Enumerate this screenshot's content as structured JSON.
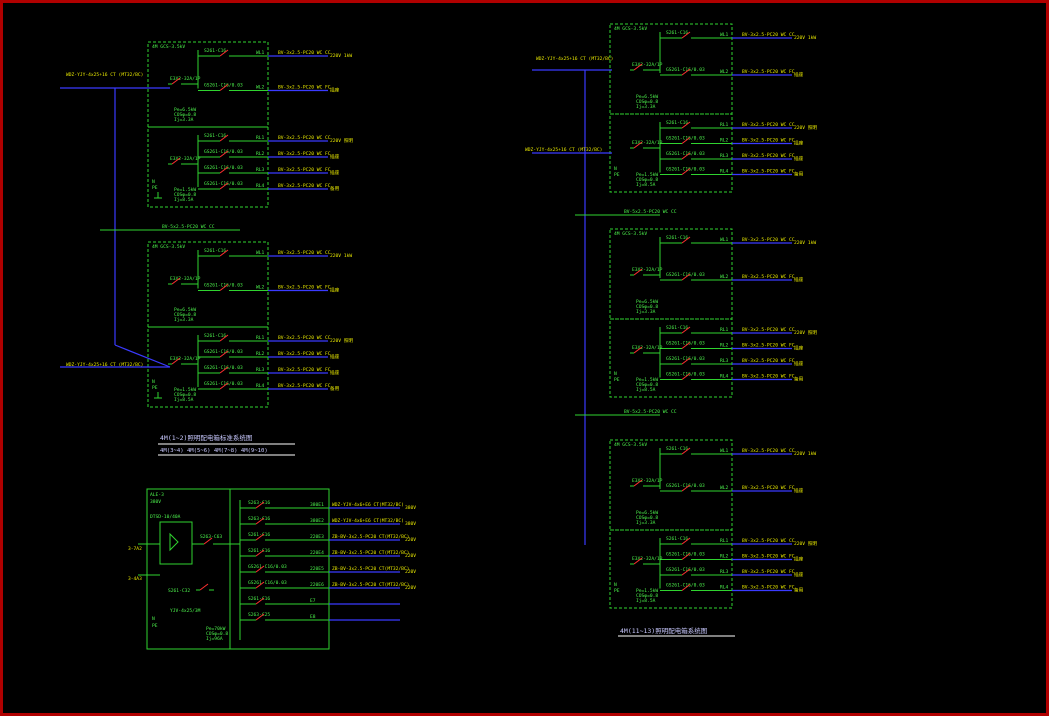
{
  "colors": {
    "frame": "#b00000",
    "bus": "#2fd32f",
    "feeder": "#3a3aff",
    "breaker": "#ff3030",
    "label": "#e8e800",
    "caption": "#c9c9ff"
  },
  "captions": {
    "left_title": "4M(1~2)照明配电箱标准系统图",
    "left_subtitle": "4M(3~4) 4M(5~6) 4M(7~8) 4M(9~10)",
    "right_title": "4M(11~13)照明配电箱系统图"
  },
  "panels": {
    "L1": {
      "id": "4M",
      "rating": "GCS-3.5kV",
      "breaker": "E3X2-32A/1P",
      "circuits": [
        {
          "dev": "S261-C16",
          "code": "WL1",
          "cable": "BV-3x2.5-PC20 WC CC",
          "load": "220V 1kW"
        },
        {
          "dev": "GS261-C16/0.03",
          "code": "WL2",
          "cable": "BV-3x2.5-PC20 WC FC",
          "load": "插座"
        }
      ],
      "params": [
        "Pe=6.5kW",
        "COSφ=0.8",
        "Ij=3.3A"
      ]
    },
    "L2": {
      "breaker": "E3X2-32A/1P",
      "circuits": [
        {
          "dev": "S261-C16",
          "code": "RL1",
          "cable": "BV-3x2.5-PC20 WC CC",
          "load": "220V 照明"
        },
        {
          "dev": "GS261-C16/0.03",
          "code": "RL2",
          "cable": "BV-3x2.5-PC20 WC FC",
          "load": "插座"
        },
        {
          "dev": "GS261-C16/0.03",
          "code": "RL3",
          "cable": "BV-3x2.5-PC20 WC FC",
          "load": "插座"
        },
        {
          "dev": "GS261-C16/0.03",
          "code": "RL4",
          "cable": "BV-3x2.5-PC20 WC FC",
          "load": "备用"
        }
      ],
      "params": [
        "Pe=1.5kW",
        "COSφ=0.8",
        "Ij=8.5A"
      ]
    }
  },
  "feeders": {
    "f1": "WDZ-YJY-4x25+16 CT (MT32/BC)",
    "f2": "WDZ-YJY-4x25+16 CT (MT32/BC)",
    "f3": "WDZ-YJY-4x25+16 CT (MT32/BC)",
    "f4": "WDZ-YJY-4x25+16 CT (MT32/BC)",
    "bus": "BV-5x2.5-PC20 WC CC"
  },
  "mains": {
    "title": "ALE-3",
    "sub": "380V",
    "labels": [
      "3-7A2",
      "3-4A3"
    ],
    "main_breaker": "S263-C63",
    "second_breaker": "S261-C32",
    "meter": "DTSD-10/40A",
    "circuits": [
      {
        "dev": "S263-C16",
        "code": "380E1",
        "cable": "WDZ-YJV-4x6+E6 CT(MT32/BC)",
        "load": "380V"
      },
      {
        "dev": "S263-C16",
        "code": "380E2",
        "cable": "WDZ-YJV-4x6+E6 CT(MT32/BC)",
        "load": "380V"
      },
      {
        "dev": "S261-C16",
        "code": "220E3",
        "cable": "ZB-BV-3x2.5-PC20 CT(MT32/BC)",
        "load": "220V"
      },
      {
        "dev": "S261-C16",
        "code": "220E4",
        "cable": "ZB-BV-3x2.5-PC20 CT(MT32/BC)",
        "load": "220V"
      },
      {
        "dev": "GS261-C16/0.03",
        "code": "220E5",
        "cable": "ZB-BV-3x2.5-PC20 CT(MT32/BC)",
        "load": "220V"
      },
      {
        "dev": "GS261-C16/0.03",
        "code": "220E6",
        "cable": "ZB-BV-3x2.5-PC20 CT(MT32/BC)",
        "load": "220V"
      },
      {
        "dev": "S261-C16",
        "code": "E7",
        "cable": "",
        "load": ""
      },
      {
        "dev": "S263-C25",
        "code": "E8",
        "cable": "",
        "load": ""
      }
    ],
    "params": [
      "Pe=70kW",
      "COSφ=0.8",
      "Ij=96A"
    ],
    "meter_label": "YJV-4x25/3M"
  }
}
